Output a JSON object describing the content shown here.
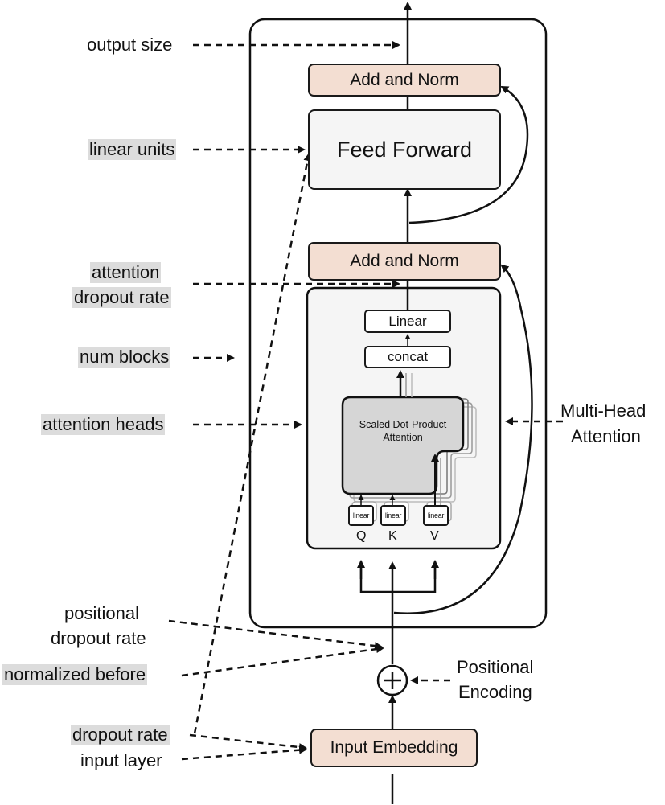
{
  "diagram": {
    "boxes": {
      "add_norm_top": "Add and Norm",
      "feed_forward": "Feed Forward",
      "add_norm_mid": "Add and Norm",
      "linear": "Linear",
      "concat": "concat",
      "sdpa": "Scaled Dot-Product\nAttention",
      "linear_q": "linear",
      "linear_k": "linear",
      "linear_v": "linear",
      "input_embedding": "Input Embedding",
      "plus": "+"
    },
    "qkv": {
      "q": "Q",
      "k": "K",
      "v": "V"
    },
    "labels": {
      "output_size": "output size",
      "linear_units": "linear units",
      "attention_dropout_line1": "attention",
      "attention_dropout_line2": "dropout rate",
      "num_blocks": "num blocks",
      "attention_heads": "attention heads",
      "multi_head_line1": "Multi-Head",
      "multi_head_line2": "Attention",
      "positional_dropout_line1": "positional",
      "positional_dropout_line2": "dropout rate",
      "normalized_before": "normalized before",
      "positional_encoding_line1": "Positional",
      "positional_encoding_line2": "Encoding",
      "dropout_rate": "dropout rate",
      "input_layer": "input layer"
    },
    "colors": {
      "norm_fill": "#f3ded2",
      "highlight": "#dcdcdc",
      "sdpa_fill": "#d6d6d6",
      "panel_fill": "#f5f5f5"
    }
  }
}
